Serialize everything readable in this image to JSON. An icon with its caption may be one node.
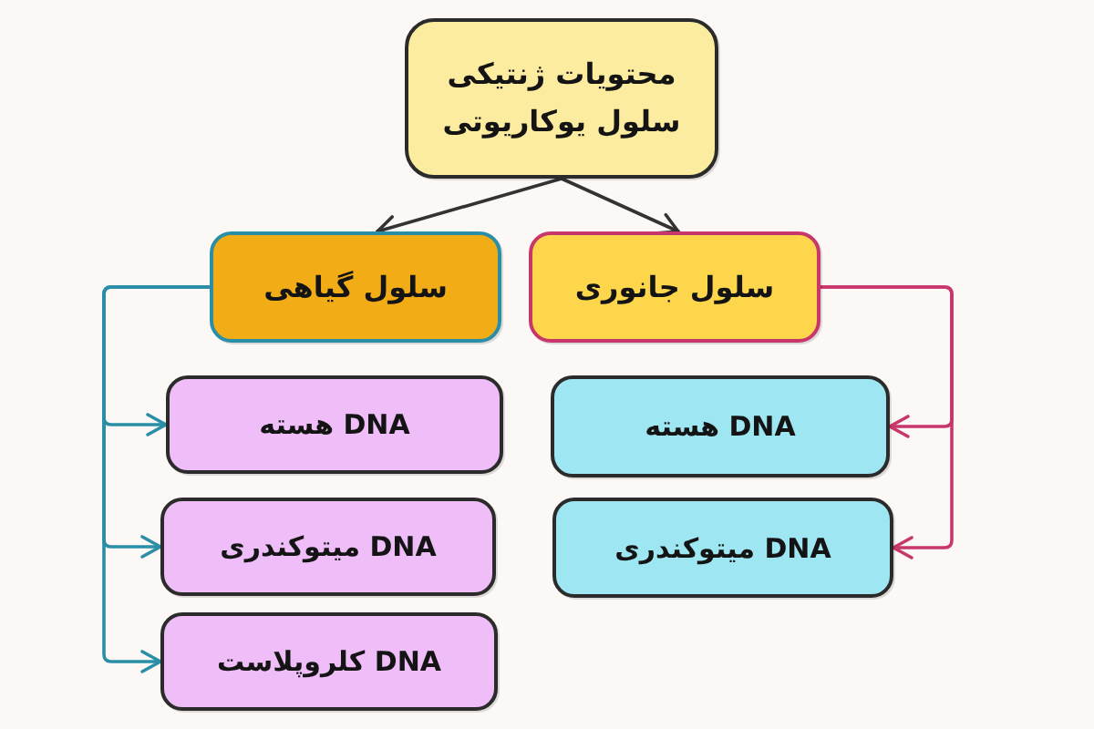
{
  "diagram": {
    "nodes": [
      {
        "text": [
          "محتویات ژنتیکی سلول یوکاریوتی"
        ]
      },
      {
        "text": [
          "سلول جانوری"
        ]
      },
      {
        "text": [
          "سلول گیاهی"
        ]
      },
      {
        "text": [
          "DNA هسته"
        ]
      },
      {
        "text": [
          "DNA میتوکندری"
        ]
      },
      {
        "text": [
          "DNA هسته"
        ]
      },
      {
        "text": [
          "DNA میتوکندری"
        ]
      },
      {
        "text": [
          "DNA کلروپلاست"
        ]
      }
    ],
    "edges": [
      {
        "from": 0,
        "to": 1,
        "arrow": "to",
        "color": "#333333"
      },
      {
        "from": 0,
        "to": 2,
        "arrow": "to",
        "color": "#333333"
      },
      {
        "from": 1,
        "to": 3,
        "arrow": "to",
        "color": "#c8376c"
      },
      {
        "from": 1,
        "to": 4,
        "arrow": "to",
        "color": "#c8376c"
      },
      {
        "from": 2,
        "to": 5,
        "arrow": "to",
        "color": "#2a8ea6"
      },
      {
        "from": 2,
        "to": 6,
        "arrow": "to",
        "color": "#2a8ea6"
      },
      {
        "from": 2,
        "to": 7,
        "arrow": "to",
        "color": "#2a8ea6"
      }
    ]
  }
}
